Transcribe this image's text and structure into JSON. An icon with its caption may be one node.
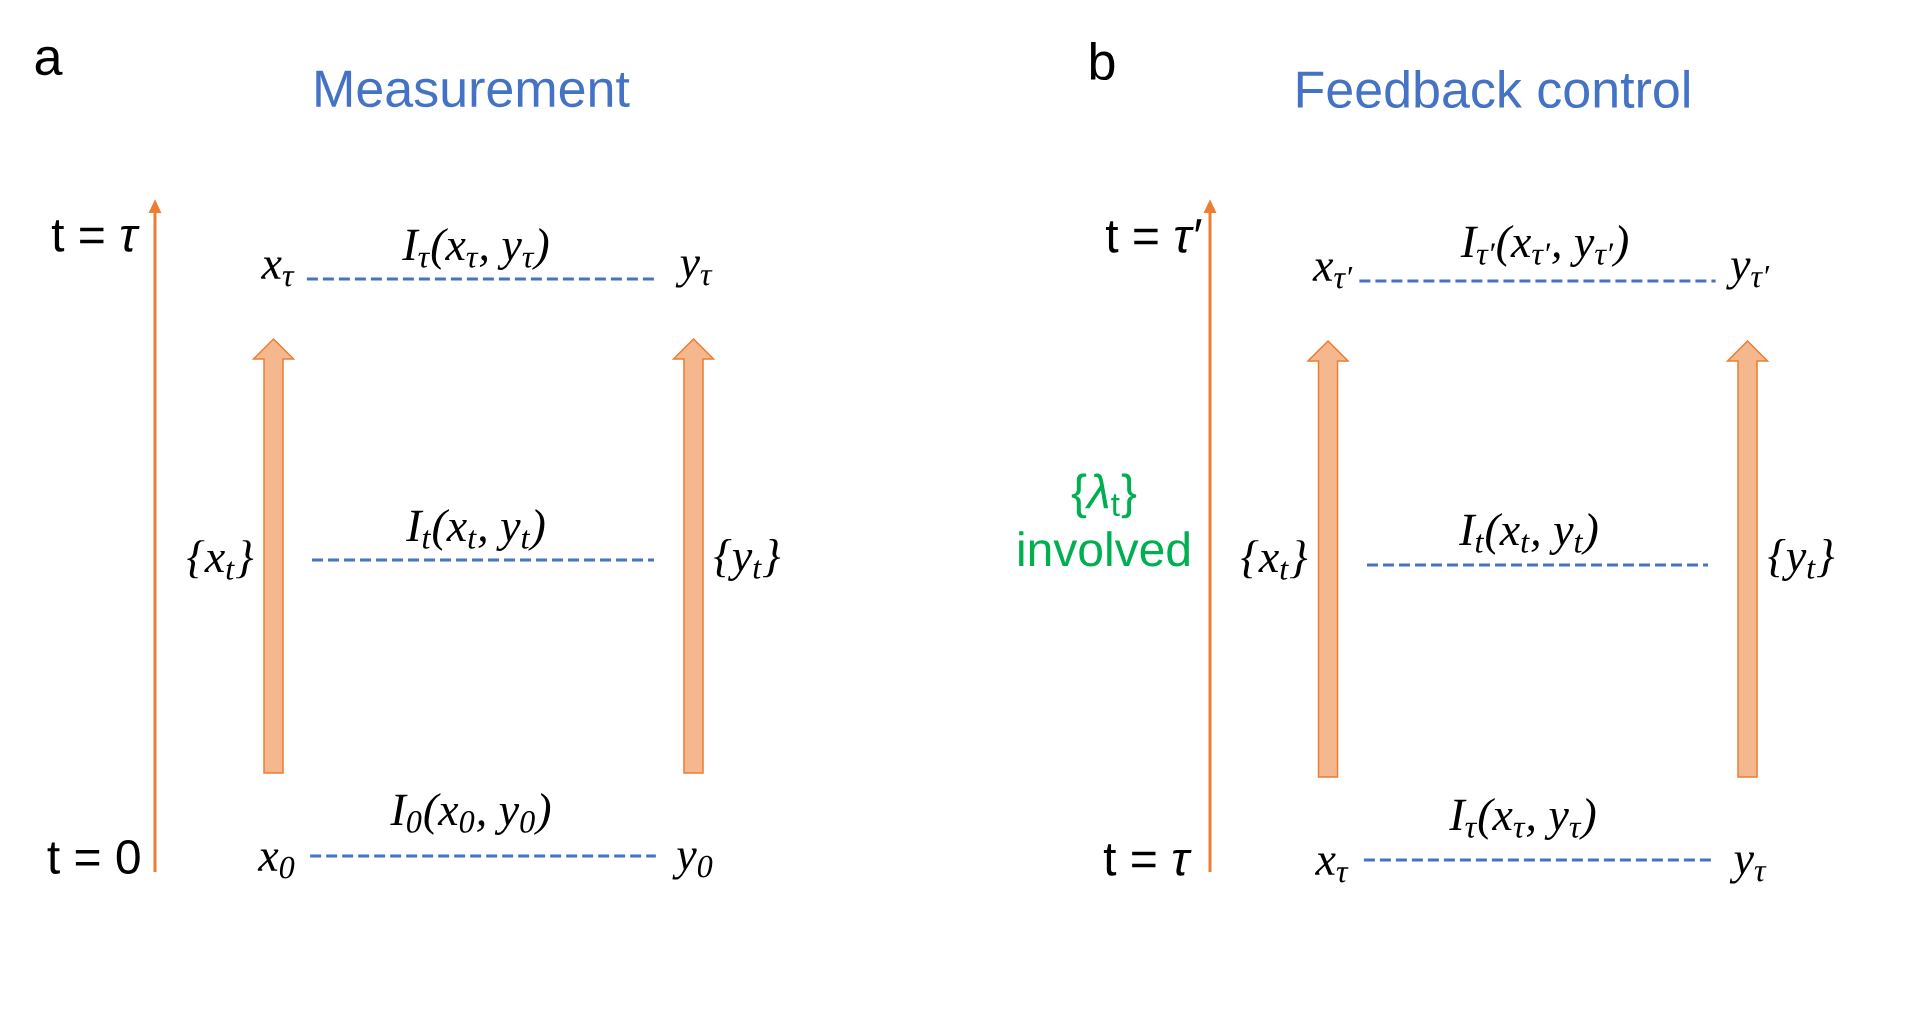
{
  "diagram": {
    "nodes": [
      {
        "text": [
          "x$_{τ}$"
        ]
      },
      {
        "text": [
          "y$_{τ}$"
        ]
      },
      {
        "text": [
          "x$_{0}$"
        ]
      },
      {
        "text": [
          "y$_{0}$"
        ]
      },
      {
        "text": [
          "x$_{τ′}$"
        ]
      },
      {
        "text": [
          "y$_{τ′}$"
        ]
      },
      {
        "text": [
          "x$_{τ}$"
        ]
      },
      {
        "text": [
          "y$_{τ}$"
        ]
      }
    ],
    "edges": [
      {
        "from": 0,
        "to": 1,
        "arrow": "none",
        "style": "dashed",
        "label": "I$_{τ}$(x$_{τ}$, y$_{τ}$)"
      },
      {
        "from": 2,
        "to": 3,
        "arrow": "none",
        "style": "dashed",
        "label": "I$_{0}$(x$_{0}$, y$_{0}$)"
      },
      {
        "from": 2,
        "to": 0,
        "arrow": "to",
        "style": "thick",
        "color": "#ed7d31",
        "label": "{x$_{t}$}"
      },
      {
        "from": 3,
        "to": 1,
        "arrow": "to",
        "style": "thick",
        "color": "#ed7d31",
        "label": "{y$_{t}$}"
      },
      {
        "from": 4,
        "to": 5,
        "arrow": "none",
        "style": "dashed",
        "label": "I$_{τ′}$(x$_{τ′}$, y$_{τ′}$)"
      },
      {
        "from": 6,
        "to": 7,
        "arrow": "none",
        "style": "dashed",
        "label": "I$_{τ}$(x$_{τ}$, y$_{τ}$)"
      },
      {
        "from": 6,
        "to": 4,
        "arrow": "to",
        "style": "thick",
        "color": "#ed7d31",
        "label": "{x$_{t}$}"
      },
      {
        "from": 7,
        "to": 5,
        "arrow": "to",
        "style": "thick",
        "color": "#ed7d31",
        "label": "{y$_{t}$}"
      }
    ],
    "labels": [
      "a",
      "Measurement",
      "b",
      "Feedback control",
      "t = *τ*",
      "t = *τ′*",
      "I$_{t}$(x$_{t}$, y$_{t}$)",
      "{*λ*$_{t}$} involved",
      "I$_{t}$(x$_{t}$, y$_{t}$)",
      "t = 0",
      "t = *τ*"
    ]
  }
}
